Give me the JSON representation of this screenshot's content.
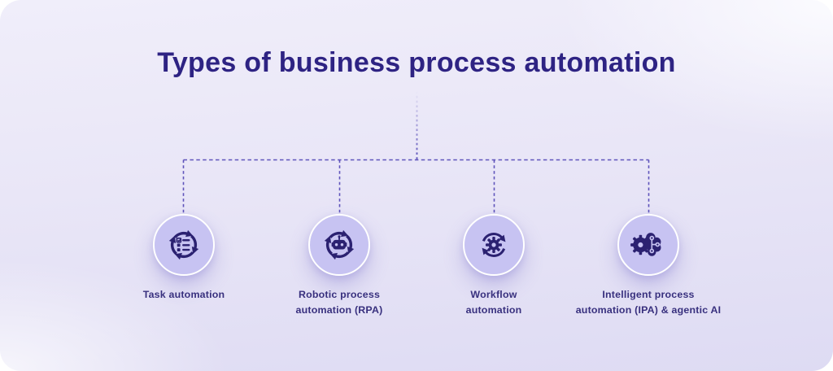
{
  "title": "Types of business process automation",
  "diagram": {
    "connector_style": "dashed tree from title to four nodes",
    "colors": {
      "title_text": "#2e2383",
      "label_text": "#38307e",
      "connector": "#5f54bb",
      "node_fill": "#c7c3f2",
      "node_ring": "#ffffff",
      "icon": "#2b2171",
      "card_background_top": "#f0eefa",
      "card_background_bottom": "#dedbf3"
    }
  },
  "nodes": [
    {
      "id": "task-automation",
      "icon": "cycle-checklist-icon",
      "label": "Task automation",
      "label_lines": [
        "Task automation"
      ]
    },
    {
      "id": "robotic-process-automation",
      "icon": "cycle-robot-icon",
      "label": "Robotic process automation (RPA)",
      "label_lines": [
        "Robotic process",
        "automation (RPA)"
      ]
    },
    {
      "id": "workflow-automation",
      "icon": "cycle-gear-icon",
      "label": "Workflow automation",
      "label_lines": [
        "Workflow",
        "automation"
      ]
    },
    {
      "id": "intelligent-process-automation",
      "icon": "gear-brain-icon",
      "label": "Intelligent process automation (IPA) & agentic AI",
      "label_lines": [
        "Intelligent process",
        "automation (IPA) & agentic AI"
      ]
    }
  ]
}
